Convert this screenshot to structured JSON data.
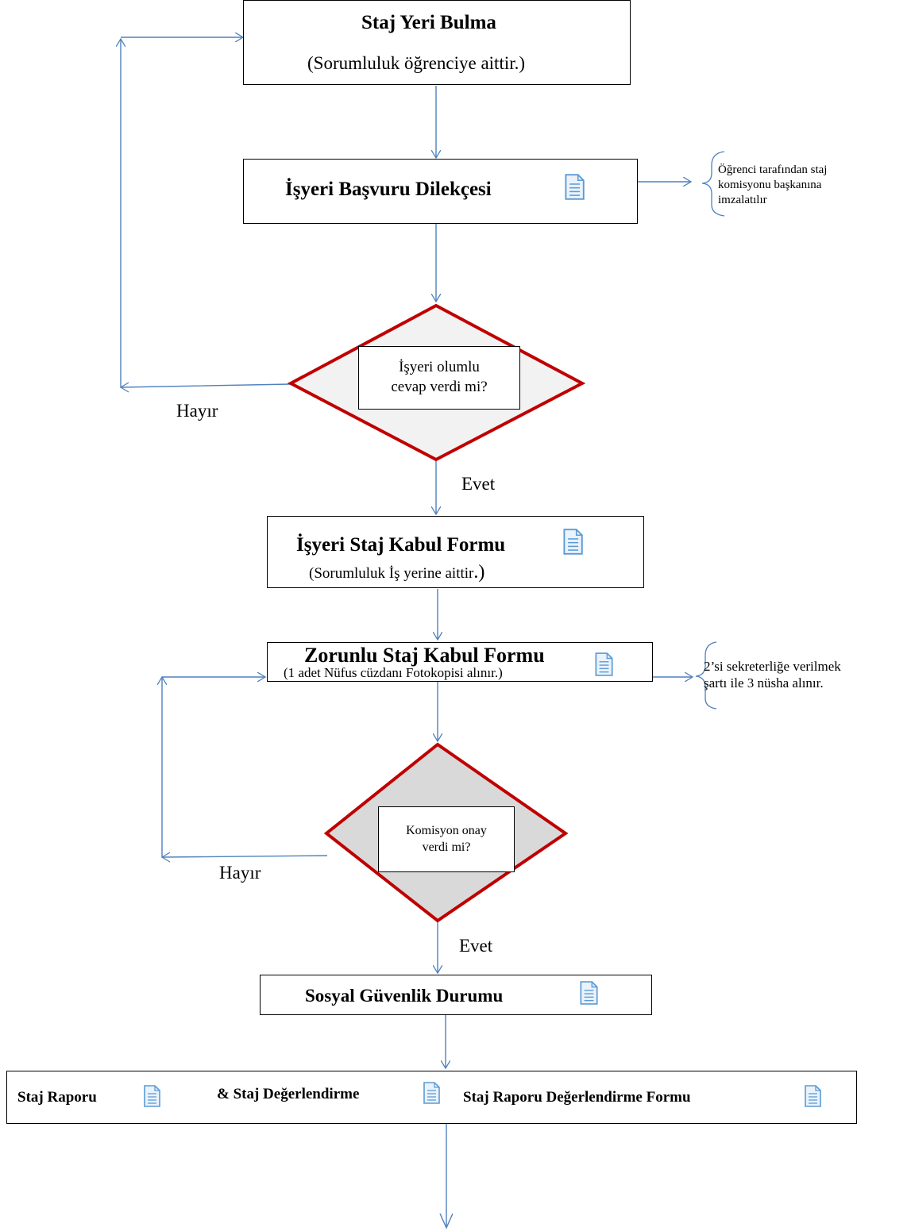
{
  "steps": {
    "find_place": {
      "title": "Staj Yeri Bulma",
      "subtitle": "(Sorumluluk öğrenciye aittir.)"
    },
    "application": {
      "title": "İşyeri Başvuru Dilekçesi"
    },
    "acceptance_form": {
      "title": "İşyeri Staj Kabul Formu",
      "subtitle_main": "(Sorumluluk İş yerine  aittir",
      "subtitle_end": ".)"
    },
    "mandatory_form": {
      "title": "Zorunlu Staj Kabul Formu",
      "subtitle": "(1 adet Nüfus cüzdanı Fotokopisi alınır.)"
    },
    "social_security": {
      "title": "Sosyal Güvenlik Durumu"
    },
    "reports": {
      "part1": "Staj Raporu",
      "part2": "& Staj Değerlendirme",
      "part3": "Staj Raporu Değerlendirme Formu"
    }
  },
  "decisions": {
    "employer": {
      "line1": "İşyeri olumlu",
      "line2": "cevap verdi mi?",
      "no_label": "Hayır",
      "yes_label": "Evet"
    },
    "commission": {
      "line1": "Komisyon onay",
      "line2": "verdi mi?",
      "no_label": "Hayır",
      "yes_label": "Evet"
    }
  },
  "notes": {
    "application_note": {
      "line1": "Öğrenci tarafından staj",
      "line2": "komisyonu başkanına",
      "line3": "imzalatılır"
    },
    "mandatory_note": {
      "line1": "2’si sekreterliğe verilmek",
      "line2": "şartı ile 3 nüsha alınır."
    }
  },
  "colors": {
    "arrow": "#4f81bd",
    "diamond_border": "#c00000",
    "diamond_fill_1": "#f2f2f2",
    "diamond_fill_2": "#d9d9d9",
    "doc_icon": "#5b9bd5"
  },
  "icons": {
    "document": "document-icon"
  }
}
